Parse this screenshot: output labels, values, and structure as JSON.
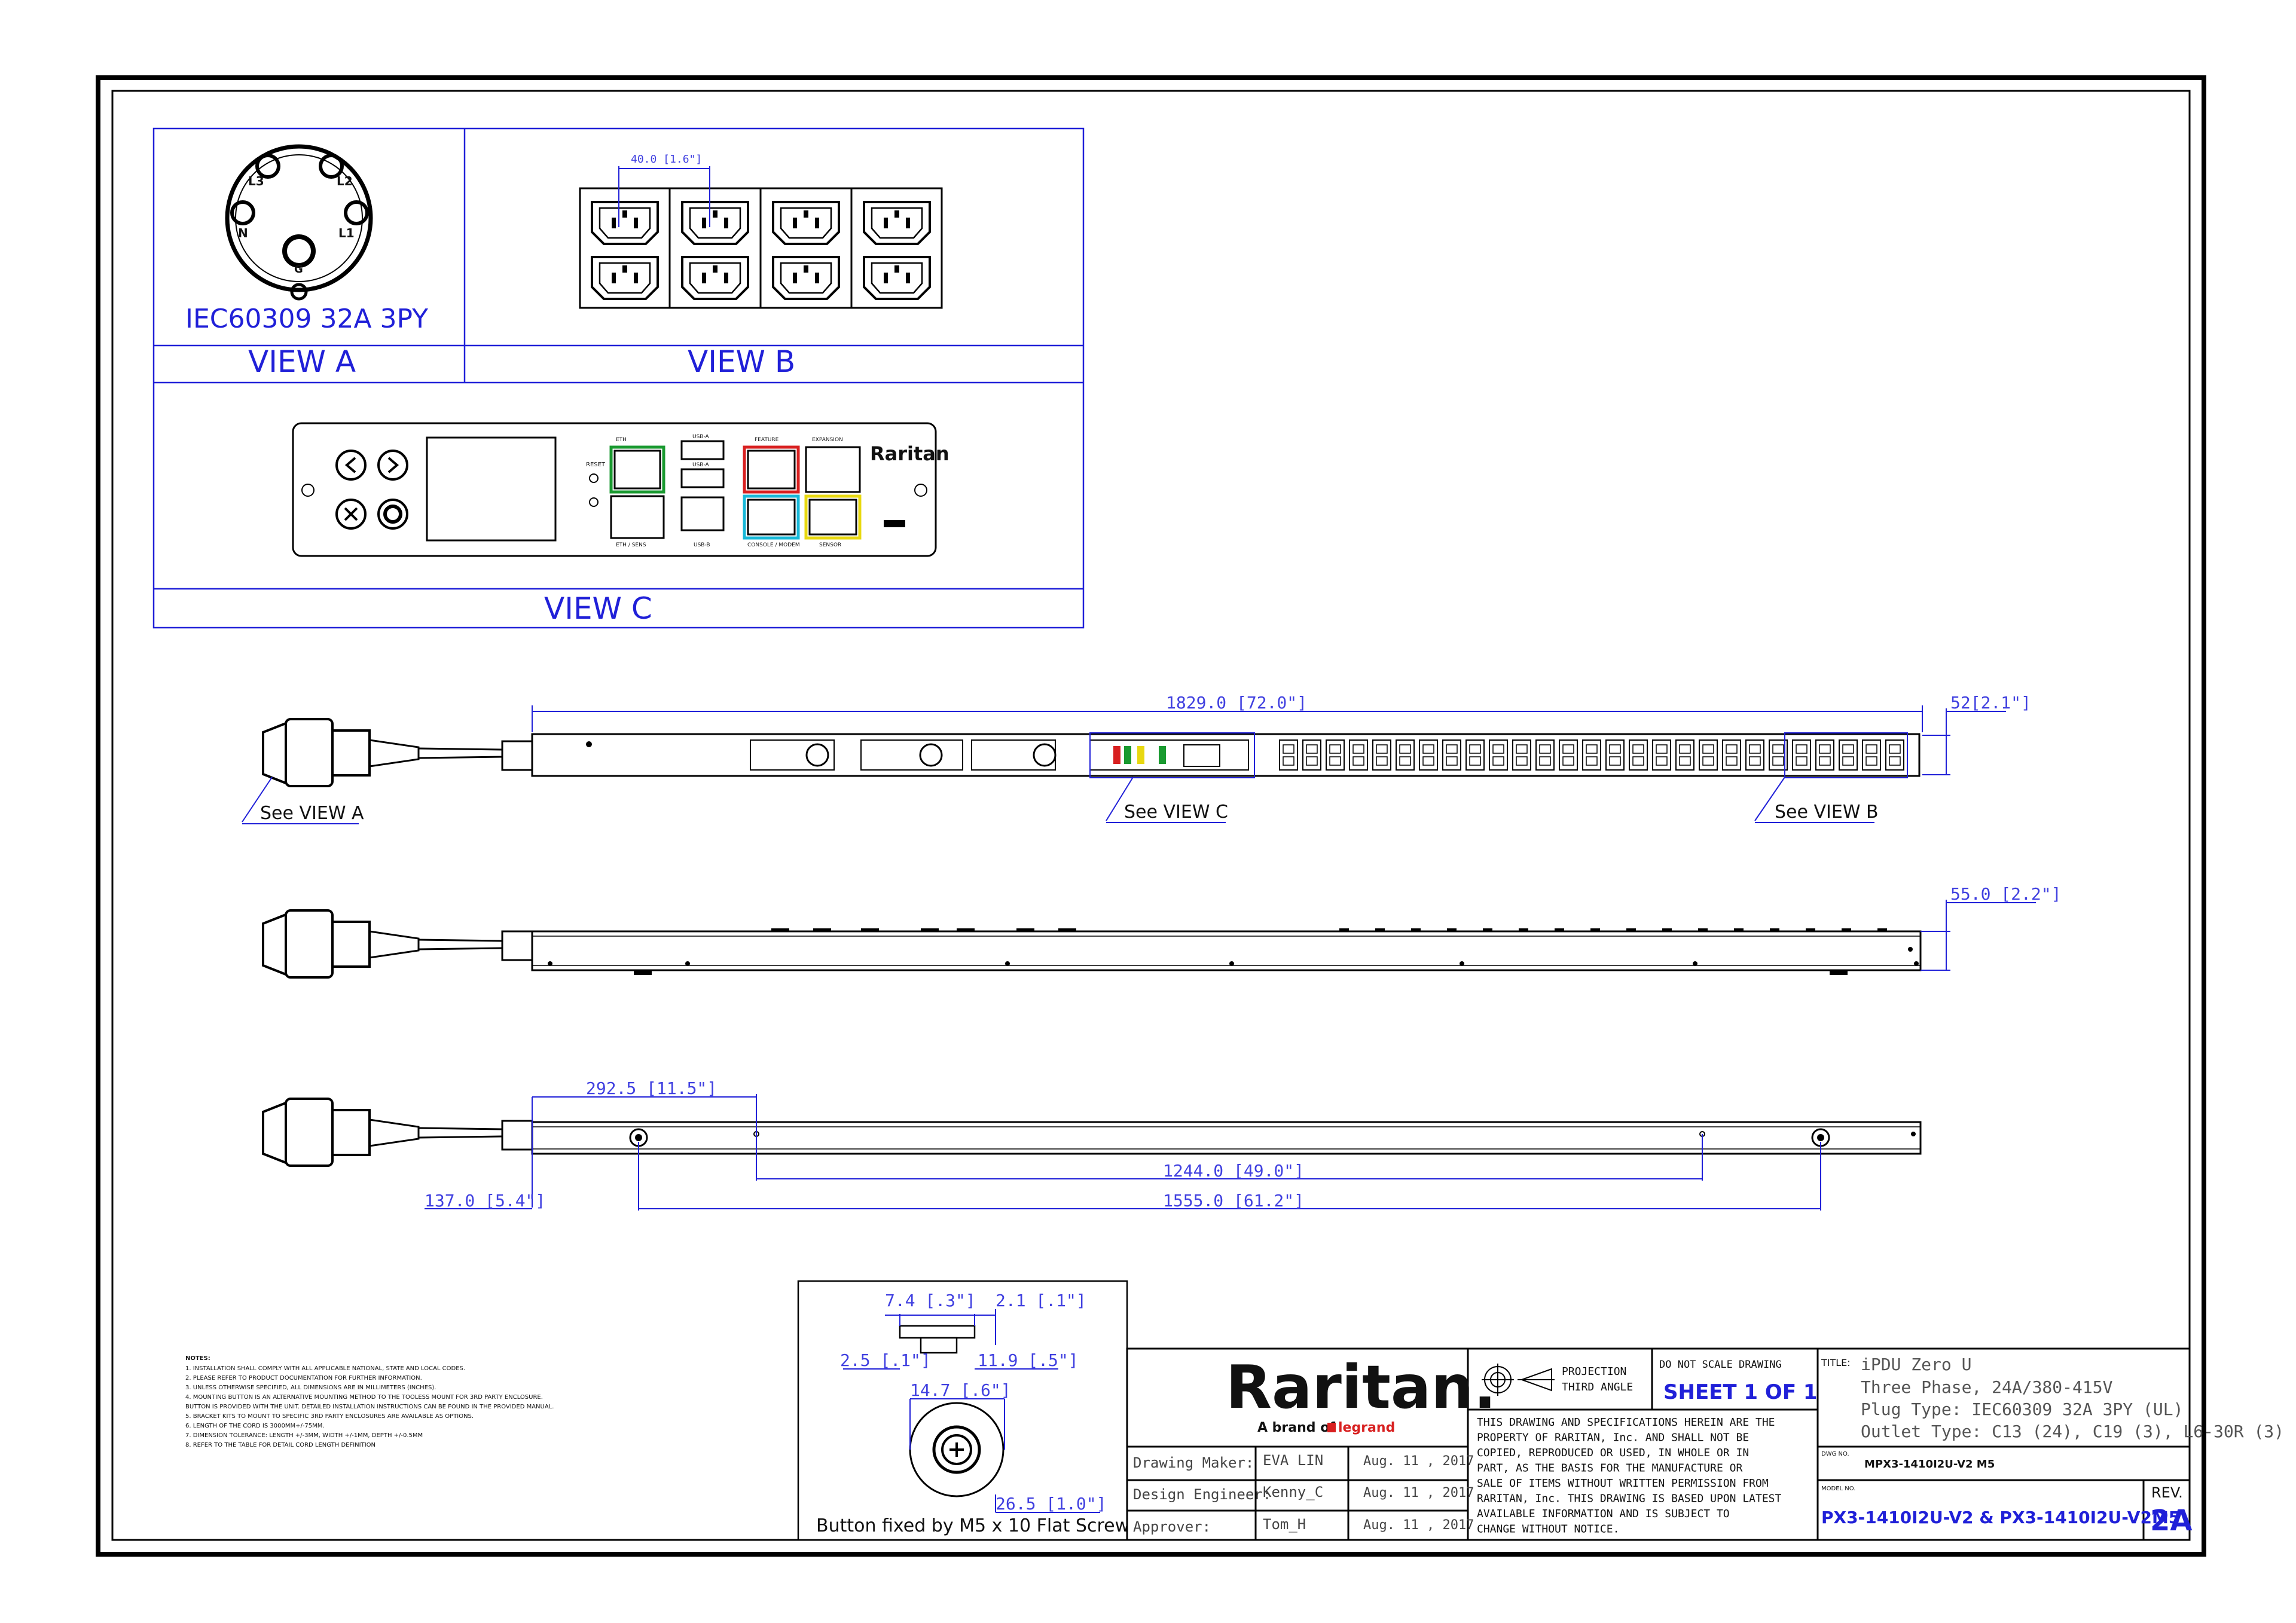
{
  "views": {
    "view_a": {
      "label": "VIEW A",
      "plug": "IEC60309 32A 3PY",
      "pins": [
        "L3",
        "L2",
        "N",
        "L1",
        "G"
      ]
    },
    "view_b": {
      "label": "VIEW B",
      "dim": "40.0 [1.6\"]"
    },
    "view_c": {
      "label": "VIEW C",
      "brand": "Raritan",
      "ports": [
        "ETH",
        "USB-A",
        "USB-A",
        "FEATURE",
        "EXPANSION",
        "ETH / SENS",
        "USB-B",
        "CONSOLE / MODEM",
        "SENSOR"
      ],
      "reset": "RESET"
    }
  },
  "side_view_top": {
    "length_dim": "1829.0 [72.0\"]",
    "width_dim": "52[2.1\"]",
    "callouts": [
      "See VIEW A",
      "See VIEW C",
      "See VIEW B"
    ]
  },
  "side_view_mid": {
    "depth_dim": "55.0 [2.2\"]"
  },
  "side_view_bottom": {
    "dims": [
      "292.5 [11.5\"]",
      "1244.0 [49.0\"]",
      "137.0 [5.4\"]",
      "1555.0 [61.2\"]"
    ]
  },
  "button_detail": {
    "dims": [
      "7.4 [.3\"]",
      "2.1 [.1\"]",
      "2.5 [.1\"]",
      "11.9 [.5\"]",
      "14.7 [.6\"]",
      "26.5 [1.0\"]"
    ],
    "caption": "Button fixed by M5 x 10 Flat Screw"
  },
  "notes": {
    "title": "NOTES:",
    "lines": [
      "1. INSTALLATION SHALL COMPLY WITH ALL APPLICABLE NATIONAL, STATE AND LOCAL CODES.",
      "2. PLEASE REFER TO PRODUCT DOCUMENTATION FOR FURTHER INFORMATION.",
      "3. UNLESS OTHERWISE SPECIFIED, ALL DIMENSIONS ARE IN MILLIMETERS (INCHES).",
      "4. MOUNTING BUTTON IS AN ALTERNATIVE MOUNTING METHOD TO THE TOOLESS MOUNT FOR 3RD PARTY ENCLOSURE.",
      "   BUTTON IS PROVIDED WITH THE UNIT. DETAILED INSTALLATION INSTRUCTIONS CAN BE FOUND IN THE PROVIDED MANUAL.",
      "5. BRACKET KITS TO MOUNT TO SPECIFIC 3RD PARTY ENCLOSURES ARE AVAILABLE AS OPTIONS.",
      "6. LENGTH OF THE CORD IS 3000MM+/-75MM.",
      "7. DIMENSION TOLERANCE: LENGTH +/-3MM, WIDTH +/-1MM, DEPTH +/-0.5MM",
      "8. REFER TO THE TABLE FOR DETAIL CORD LENGTH DEFINITION"
    ]
  },
  "title_block": {
    "logo": "Raritan.",
    "logo_sub": "A brand of",
    "logo_brand": "legrand",
    "rows": [
      {
        "role": "Drawing Maker:",
        "name": "EVA LIN",
        "date": "Aug. 11 , 2017"
      },
      {
        "role": "Design Engineer:",
        "name": "Kenny_C",
        "date": "Aug. 11 , 2017"
      },
      {
        "role": "Approver:",
        "name": "Tom_H",
        "date": "Aug. 11 , 2017"
      }
    ],
    "projection": "PROJECTION",
    "angle": "THIRD ANGLE",
    "do_not_scale": "DO NOT SCALE DRAWING",
    "sheet": "SHEET 1 OF 1",
    "disclaimer": [
      "THIS DRAWING AND SPECIFICATIONS HEREIN ARE THE",
      "PROPERTY OF RARITAN, Inc. AND SHALL NOT BE",
      "COPIED, REPRODUCED OR USED, IN WHOLE OR IN",
      "PART, AS THE BASIS FOR THE MANUFACTURE OR",
      "SALE OF ITEMS WITHOUT WRITTEN PERMISSION FROM",
      "RARITAN, Inc. THIS DRAWING IS BASED UPON LATEST",
      "AVAILABLE INFORMATION AND IS SUBJECT TO",
      "CHANGE WITHOUT NOTICE."
    ],
    "title_label": "TITLE:",
    "title_lines": [
      "iPDU Zero U",
      "Three Phase, 24A/380-415V",
      "Plug Type: IEC60309 32A 3PY (UL)",
      "Outlet Type: C13 (24), C19 (3), L6-30R (3)"
    ],
    "dwg_label": "DWG NO.",
    "dwg_no": "MPX3-1410I2U-V2 M5",
    "model_label": "MODEL NO.",
    "model_no": "PX3-1410I2U-V2 & PX3-1410I2U-V2M5",
    "rev_label": "REV.",
    "rev": "2A"
  }
}
